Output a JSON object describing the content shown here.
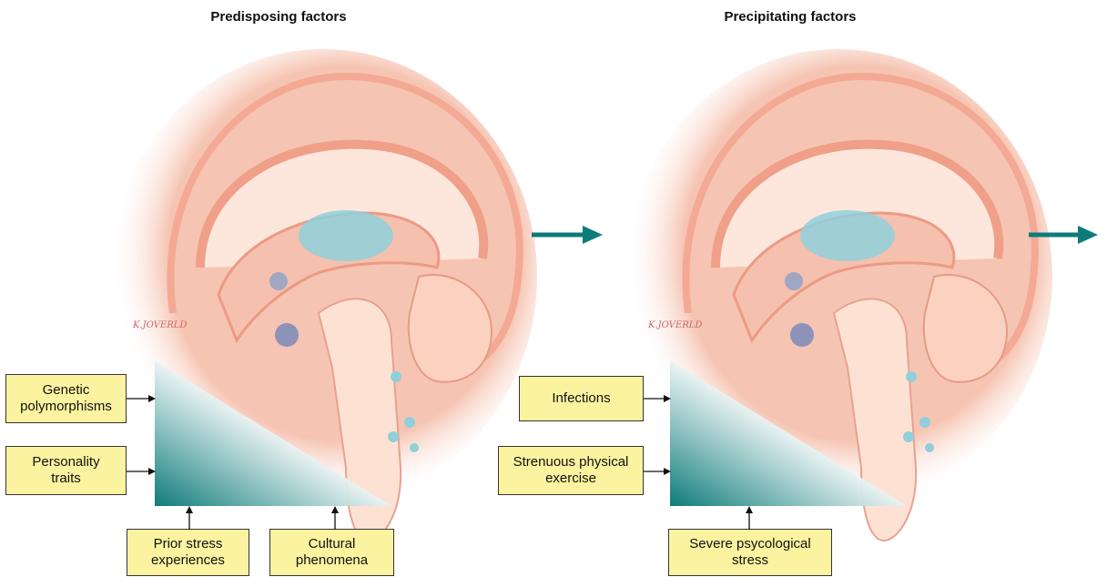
{
  "panels": [
    {
      "title": "Predisposing factors",
      "factors": {
        "genetic": "Genetic polymorphisms",
        "personality": "Personality traits",
        "prior_stress": "Prior stress experiences",
        "cultural": "Cultural phenomena"
      }
    },
    {
      "title": "Precipitating factors",
      "factors": {
        "infections": "Infections",
        "exercise": "Strenuous physical exercise",
        "psych_stress": "Severe psycological stress"
      }
    }
  ],
  "signature": "K.JOVERLD",
  "colors": {
    "box_fill": "#fbf3a0",
    "flow_arrow": "#0e7b7b",
    "gradient_dark": "#0e7b7b",
    "tissue": "#f5b9a6",
    "nuclei": "#7fb9d6"
  }
}
